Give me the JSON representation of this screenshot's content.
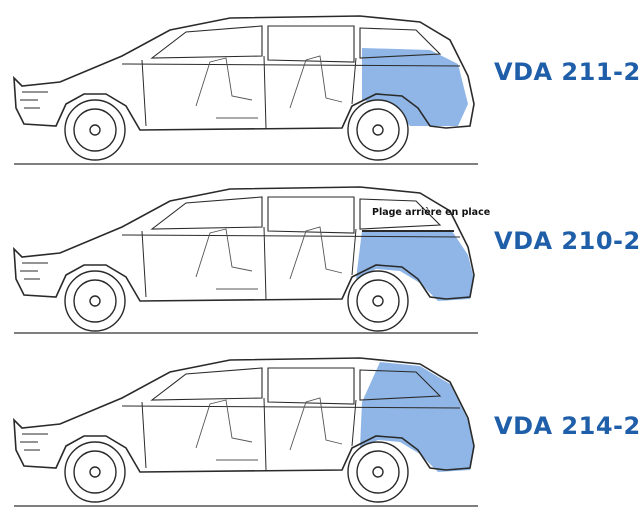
{
  "colors": {
    "label_blue": "#1f5ea8",
    "zone_blue": "#8fb6e6",
    "outline": "#2a2a2a",
    "ground": "#555555"
  },
  "views": [
    {
      "code": "VDA 211-2",
      "note": ""
    },
    {
      "code": "VDA 210-2",
      "note": "Plage arrière en place"
    },
    {
      "code": "VDA 214-2",
      "note": ""
    }
  ]
}
